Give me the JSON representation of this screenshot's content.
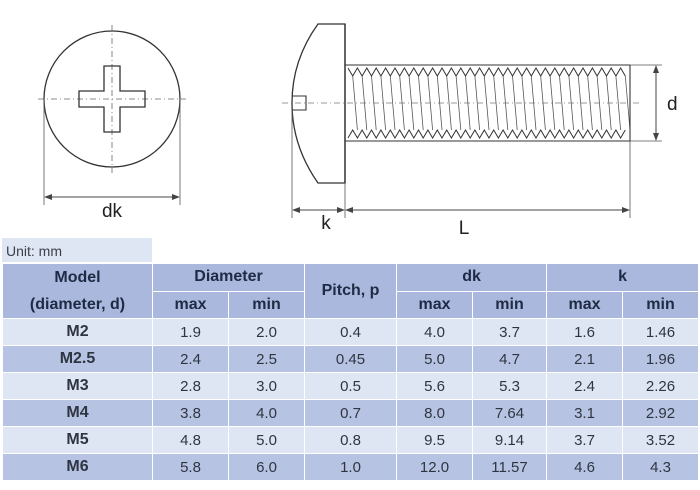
{
  "drawing": {
    "dk_label": "dk",
    "k_label": "k",
    "l_label": "L",
    "d_label": "d"
  },
  "unit_label": "Unit: mm",
  "table": {
    "header": {
      "model_line1": "Model",
      "model_line2": "(diameter, d)",
      "diameter": "Diameter",
      "pitch": "Pitch, p",
      "dk": "dk",
      "k": "k",
      "max": "max",
      "min": "min"
    },
    "rows": [
      {
        "model": "M2",
        "dia_max": "1.9",
        "dia_min": "2.0",
        "pitch": "0.4",
        "dk_max": "4.0",
        "dk_min": "3.7",
        "k_max": "1.6",
        "k_min": "1.46"
      },
      {
        "model": "M2.5",
        "dia_max": "2.4",
        "dia_min": "2.5",
        "pitch": "0.45",
        "dk_max": "5.0",
        "dk_min": "4.7",
        "k_max": "2.1",
        "k_min": "1.96"
      },
      {
        "model": "M3",
        "dia_max": "2.8",
        "dia_min": "3.0",
        "pitch": "0.5",
        "dk_max": "5.6",
        "dk_min": "5.3",
        "k_max": "2.4",
        "k_min": "2.26"
      },
      {
        "model": "M4",
        "dia_max": "3.8",
        "dia_min": "4.0",
        "pitch": "0.7",
        "dk_max": "8.0",
        "dk_min": "7.64",
        "k_max": "3.1",
        "k_min": "2.92"
      },
      {
        "model": "M5",
        "dia_max": "4.8",
        "dia_min": "5.0",
        "pitch": "0.8",
        "dk_max": "9.5",
        "dk_min": "9.14",
        "k_max": "3.7",
        "k_min": "3.52"
      },
      {
        "model": "M6",
        "dia_max": "5.8",
        "dia_min": "6.0",
        "pitch": "1.0",
        "dk_max": "12.0",
        "dk_min": "11.57",
        "k_max": "4.6",
        "k_min": "4.3"
      }
    ]
  }
}
